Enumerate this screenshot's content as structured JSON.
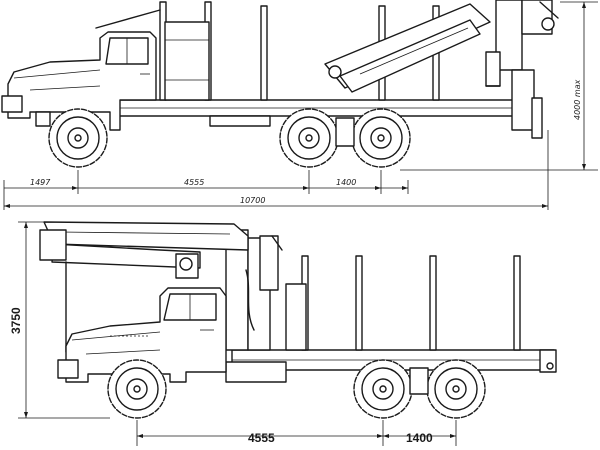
{
  "top_view": {
    "dim_front_overhang": "1497",
    "dim_wheelbase": "4555",
    "dim_bogie": "1400",
    "dim_total_length": "10700",
    "dim_height": "4000 max"
  },
  "bottom_view": {
    "dim_height": "3750",
    "dim_wheelbase": "4555",
    "dim_bogie": "1400"
  }
}
